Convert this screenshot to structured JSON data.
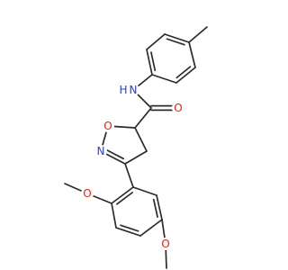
{
  "molecule": {
    "atom_labels": [
      {
        "id": "O_carbonyl",
        "text": "O",
        "element": "O"
      },
      {
        "id": "N_amide",
        "text": "N",
        "element": "N"
      },
      {
        "id": "H_amide",
        "text": "H",
        "element": "H"
      },
      {
        "id": "O_ring",
        "text": "O",
        "element": "O"
      },
      {
        "id": "N_ring",
        "text": "N",
        "element": "N"
      },
      {
        "id": "O_methoxy_2",
        "text": "O",
        "element": "O"
      },
      {
        "id": "O_methoxy_5",
        "text": "O",
        "element": "O"
      }
    ],
    "colors": {
      "bond": "#2b2b2b",
      "O": "#e8221c",
      "N": "#2c3fd6",
      "H": "#2c3fd6",
      "background": "#ffffff"
    }
  }
}
